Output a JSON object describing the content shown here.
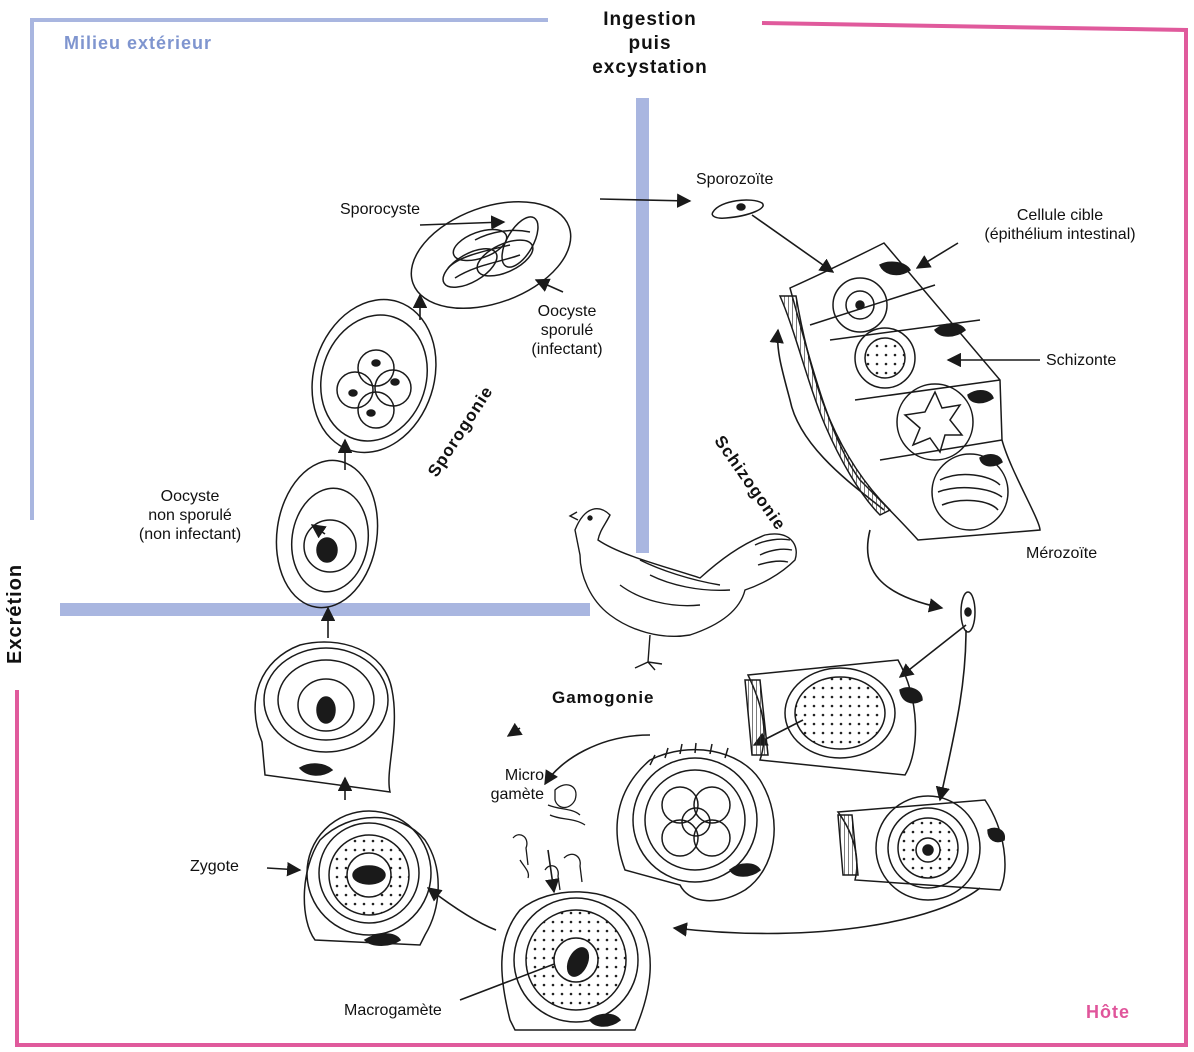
{
  "zones": {
    "external": "Milieu extérieur",
    "host": "Hôte",
    "ingestion": [
      "Ingestion",
      "puis",
      "excystation"
    ],
    "excretion": "Excrétion"
  },
  "phases": {
    "sporogony": "Sporogonie",
    "schizogony": "Schizogonie",
    "gametogony": "Gamogonie"
  },
  "stages": {
    "sporocyst": "Sporocyste",
    "sporulated_oocyst": [
      "Oocyste",
      "sporulé",
      "(infectant)"
    ],
    "unsporulated_oocyst": [
      "Oocyste",
      "non sporulé",
      "(non infectant)"
    ],
    "sporozoite": "Sporozoïte",
    "target_cell": [
      "Cellule cible",
      "(épithélium intestinal)"
    ],
    "schizont": "Schizonte",
    "merozoite": "Mérozoïte",
    "microgamete": [
      "Micro",
      "gamète"
    ],
    "zygote": "Zygote",
    "macrogamete": "Macrogamète"
  },
  "colors": {
    "external_frame": "#a9b6e0",
    "host_frame": "#e05a9c",
    "drawing": "#1a1a1a"
  }
}
